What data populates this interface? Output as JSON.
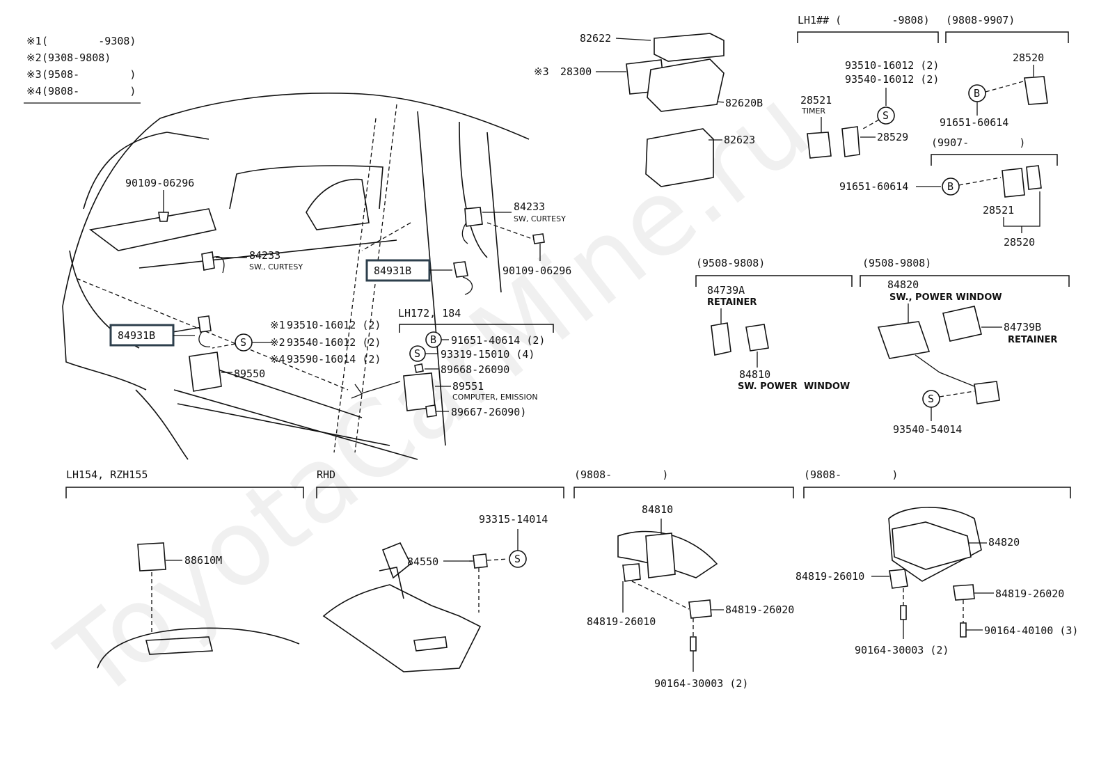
{
  "watermark": "ToyotaCarMine.ru",
  "legend": [
    {
      "mark": "※1",
      "range": "(        -9308)"
    },
    {
      "mark": "※2",
      "range": "(9308-9808)"
    },
    {
      "mark": "※3",
      "range": "(9508-        )"
    },
    {
      "mark": "※4",
      "range": "(9808-        )"
    }
  ],
  "sections": {
    "lh1": "LH1## (        -9808)",
    "r9808_9907": "(9808-9907)",
    "r9907": "(9907-        )",
    "r9508_a": "(9508-9808)",
    "r9508_b": "(9508-9808)",
    "lh172": "LH172, 184",
    "lh154": "LH154, RZH155",
    "rhd": "RHD",
    "r9808_a": "(9808-        )",
    "r9808_b": "(9808-        )"
  },
  "symbols": {
    "s": "S",
    "b": "B"
  },
  "parts": {
    "p82622": "82622",
    "p28300_mark": "※3",
    "p28300": "28300",
    "p82620b": "82620B",
    "p82623": "82623",
    "p93510_a": "93510-16012 (2)",
    "p93540_a": "93540-16012 (2)",
    "p28521_a": "28521",
    "timer": "TIMER",
    "p28529": "28529",
    "p28520_a": "28520",
    "p91651_a": "91651-60614",
    "p91651_b": "91651-60614",
    "p28521_b": "28521",
    "p28520_b": "28520",
    "p90109_a": "90109-06296",
    "p84233_a": "84233",
    "sw_curtesy_a": "SW., CURTESY",
    "p84233_b": "84233",
    "sw_curtesy_b": "SW, CURTESY",
    "p90109_b": "90109-06296",
    "p84931b_a": "84931B",
    "p84931b_b": "84931B",
    "m1": "※1",
    "p93510_b": "93510-16012 (2)",
    "m2": "※2",
    "p93540_b": "93540-16012 (2)",
    "m4": "※4",
    "p93590": "93590-16014 (2)",
    "p89550": "89550",
    "p91651_c": "91651-40614 (2)",
    "p93319": "93319-15010 (4)",
    "p89668": "89668-26090",
    "p89551": "89551",
    "computer_emission": "COMPUTER, EMISSION",
    "p89667": "89667-26090)",
    "p84739a": "84739A",
    "retainer_a": "RETAINER",
    "p84810_a": "84810",
    "sw_power_window_a": "SW. POWER  WINDOW",
    "p84820_a": "84820",
    "sw_power_window_b": "SW., POWER WINDOW",
    "p84739b": "84739B",
    "retainer_b": "RETAINER",
    "p93540_54014": "93540-54014",
    "p88610m": "88610M",
    "p93315": "93315-14014",
    "p84550": "84550",
    "p84810_b": "84810",
    "p84819_26010_a": "84819-26010",
    "p84819_26020_a": "84819-26020",
    "p90164_30003_a": "90164-30003 (2)",
    "p84820_b": "84820",
    "p84819_26010_b": "84819-26010",
    "p84819_26020_b": "84819-26020",
    "p90164_30003_b": "90164-30003 (2)",
    "p90164_40100": "90164-40100 (3)"
  }
}
